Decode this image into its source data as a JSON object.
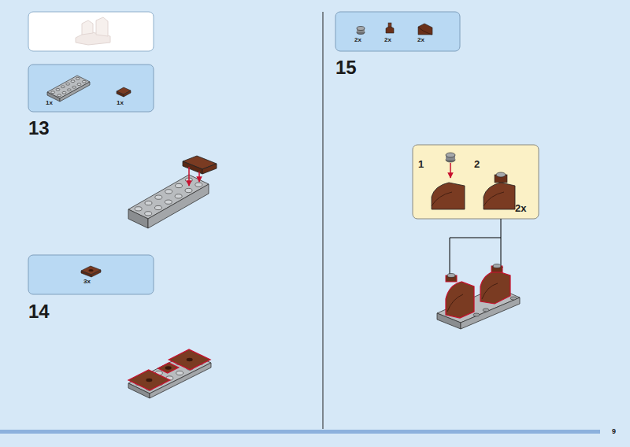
{
  "diagram": {
    "nodes": [
      {
        "text": [
          "1x",
          "1x"
        ]
      },
      {
        "text": [
          "3x"
        ]
      },
      {
        "text": [
          "2x",
          "2x",
          "2x"
        ]
      },
      {
        "text": [
          "1",
          "2",
          "2x"
        ]
      }
    ],
    "labels": [
      "13",
      "14",
      "15",
      "9"
    ]
  }
}
